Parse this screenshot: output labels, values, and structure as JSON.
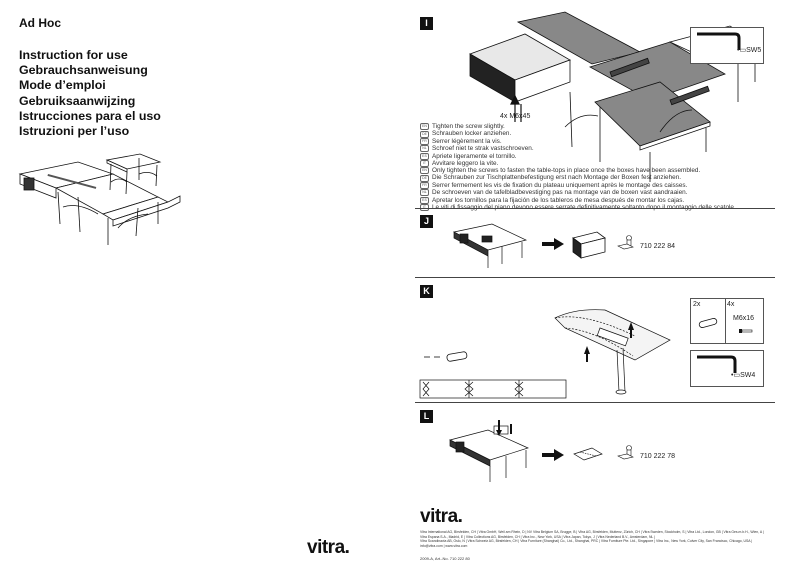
{
  "cover": {
    "title": "Ad Hoc",
    "instructions": [
      "Instruction for use",
      "Gebrauchsanweisung",
      "Mode d’emploi",
      "Gebruiksaanwijzing",
      "Istrucciones para el uso",
      "Istruzioni per l’uso"
    ],
    "brand": "vitra."
  },
  "steps": {
    "I": {
      "label": "I",
      "screw": "4x M6x45",
      "tool": "SW5",
      "lang_codes": [
        "EN",
        "DE",
        "FR",
        "NL",
        "ES",
        "IT"
      ],
      "caption_a": [
        "Tighten the screw slightly.",
        "Schrauben locker anziehen.",
        "Serrer légèrement la vis.",
        "Schroef niet te strak vastschroeven.",
        "Apriete ligeramente el tornillo.",
        "Avvitare leggero la vite."
      ],
      "caption_b": [
        "Only tighten the screws to fasten the table-tops in place once the boxes have been assembled.",
        "Die Schrauben zur Tischplattenbefestigung erst nach Montage der Boxen  fest anziehen.",
        "Serrer fermement les vis de fixation du plateau uniquement après le montage des caisses.",
        "De schroeven van de tafelbladbevestiging pas na montage van de boxen vast aandraaien.",
        "Apretar los tornillos para la fijación de los tableros de mesa después de montar los cajas.",
        "Le viti di fissaggio del piano devono essere serrate definitivamente soltanto dopo il montaggio delle scatole."
      ]
    },
    "J": {
      "label": "J",
      "part_no": "710 222 84"
    },
    "K": {
      "label": "K",
      "qty_a": "2x",
      "qty_b": "4x",
      "screw": "M6x16",
      "tool": "SW4"
    },
    "L": {
      "label": "L",
      "part_no": "710 222 78"
    }
  },
  "back": {
    "brand": "vitra.",
    "legal": [
      "Vitra International AG, Birsfelden, CH | Vitra GmbH, Weil am Rhein, D | NV Vitra Belgium SA, Brugge, B | Vitra AG, Birsfelden, Muttenz, Zürich, CH | Vitra Sweden, Stockholm, S | Vitra Ltd., London, GB | Vitra Ges.m.b.H., Wien, A | Vitra Espana S.A., Madrid, E | Vitra Collections AG, Birsfelden, CH | Vitra Inc., New York, USA | Vitra Japan, Tokyo, J | Vitra Nederland B.V., Amsterdam, NL |",
      "Vitra Scandinavia AB, Oslo, N | Vitra Schweiz AG, Birsfelden, CH | Vitra Furniture (Shanghai) Co., Ltd., Shanghai, PRC | Vitra Furniture Pte. Ltd., Singapore | Vitra Inc., New York, Culver City, San Francisco, Chicago, USA | info@vitra.com | www.vitra.com"
    ],
    "article": "2009-A, Art.-No. 710 222 80"
  }
}
